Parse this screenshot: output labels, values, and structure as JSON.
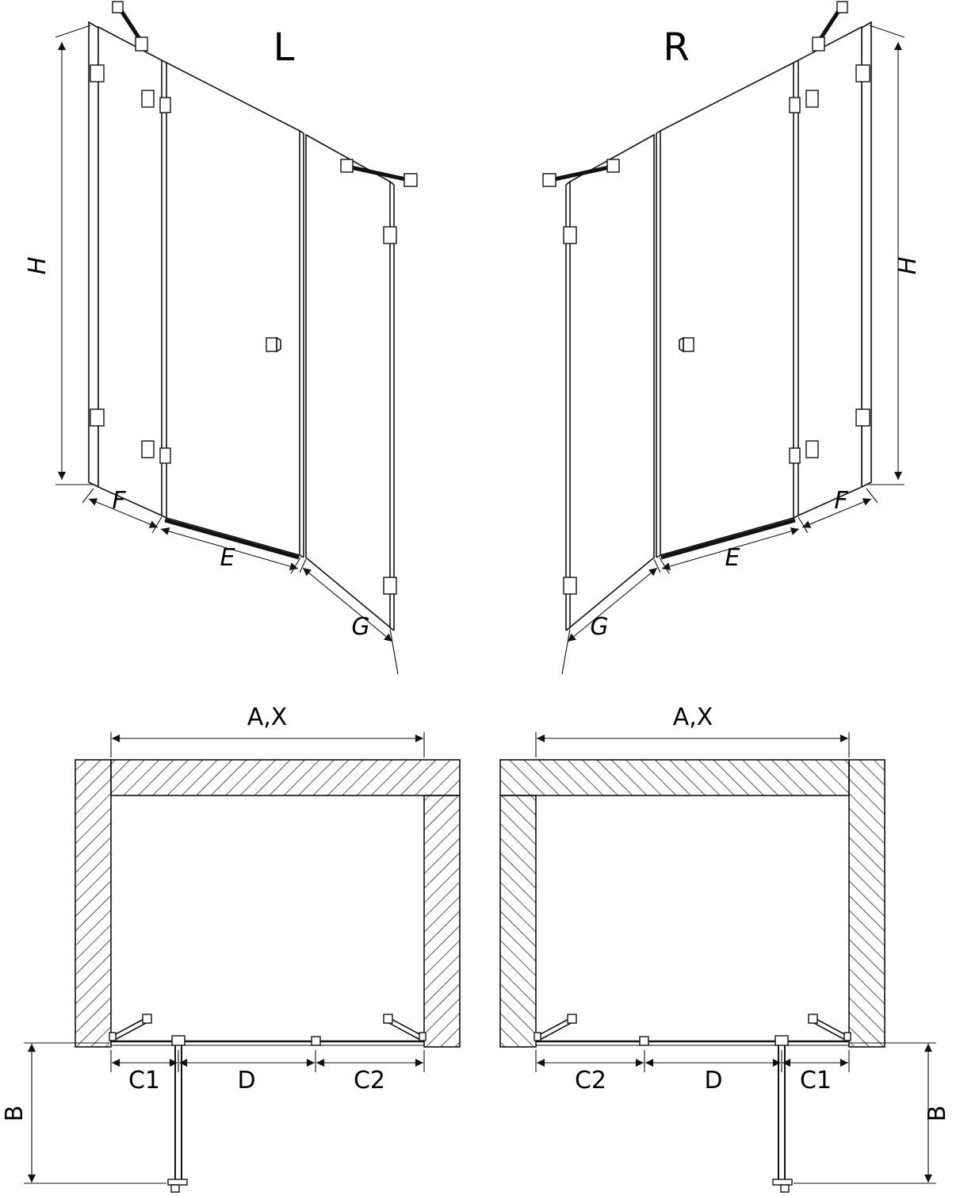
{
  "figure": {
    "kind": "technical-drawing",
    "colors": {
      "line": "#111111",
      "background": "#ffffff"
    }
  },
  "persp_left": {
    "variant": "L",
    "h": "H",
    "f": "F",
    "e": "E",
    "g": "G"
  },
  "persp_right": {
    "variant": "R",
    "h": "H",
    "f": "F",
    "e": "E",
    "g": "G"
  },
  "plan_left": {
    "width": "A,X",
    "c1": "C1",
    "d": "D",
    "c2": "C2",
    "b": "B"
  },
  "plan_right": {
    "width": "A,X",
    "c2": "C2",
    "d": "D",
    "c1": "C1",
    "b": "B"
  }
}
